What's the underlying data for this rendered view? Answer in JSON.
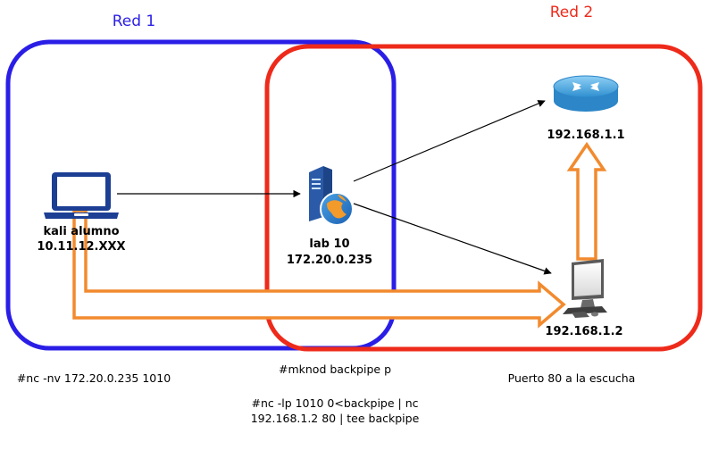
{
  "networks": [
    {
      "label": "Red 1",
      "color": "#2a1ee6"
    },
    {
      "label": "Red 2",
      "color": "#ee2a1a"
    }
  ],
  "nodes": {
    "kali": {
      "name": "kali alumno",
      "ip": "10.11.12.XXX",
      "icon": "laptop-icon"
    },
    "lab": {
      "name": "lab 10",
      "ip": "172.20.0.235",
      "icon": "web-server-icon"
    },
    "router": {
      "ip": "192.168.1.1",
      "icon": "router-icon"
    },
    "workstation": {
      "ip": "192.168.1.2",
      "icon": "desktop-computer-icon"
    }
  },
  "commands": {
    "kali": "#nc -nv 172.20.0.235 1010",
    "lab_mknod": "#mknod backpipe p",
    "lab_nc_line1": "#nc -lp 1010 0<backpipe | nc",
    "lab_nc_line2": "192.168.1.2 80 | tee backpipe",
    "workstation": "Puerto 80 a la escucha"
  },
  "colors": {
    "flow_arrow": "#f28a2e",
    "connection": "#000000",
    "device_blue": "#1c3f94"
  }
}
